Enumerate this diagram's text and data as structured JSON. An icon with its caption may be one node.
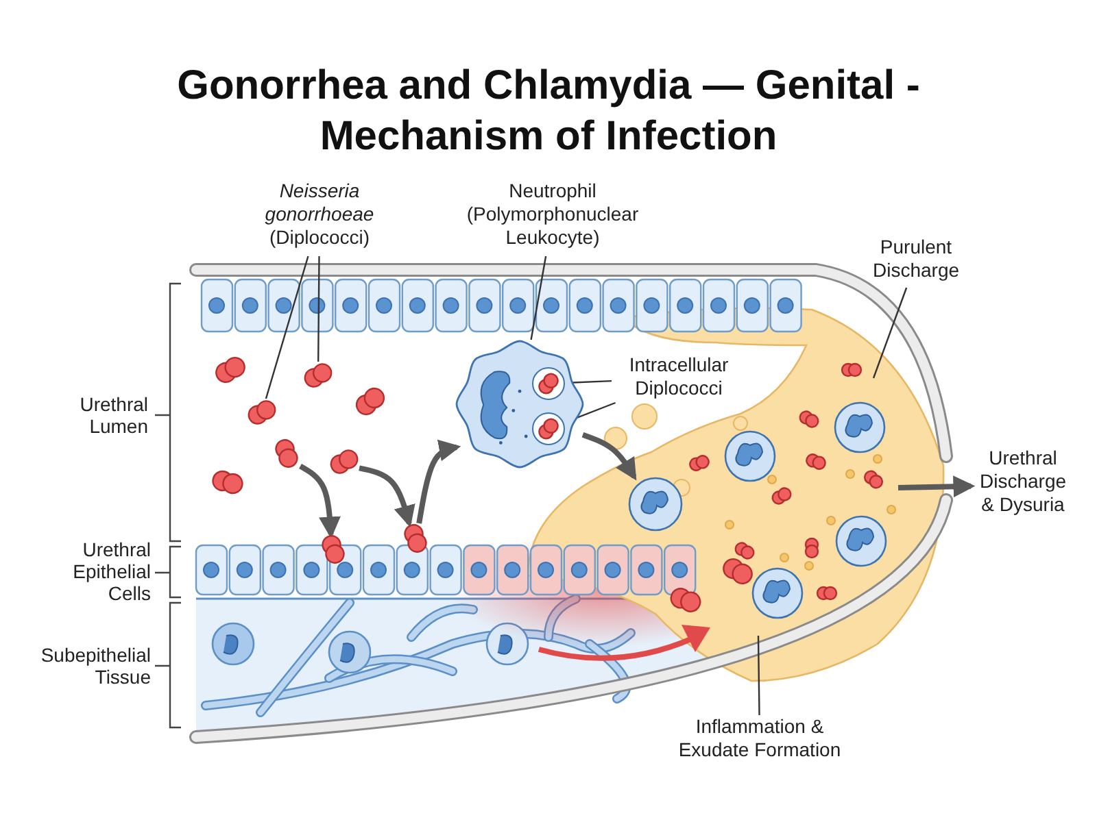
{
  "diagram": {
    "title": "Gonorrhea and Chlamydia — Genital - Mechanism of Infection",
    "nodes": [
      {
        "text": [
          "*Neisseria gonorrhoeae* (Diplococci)"
        ]
      },
      {
        "text": [
          "Neutrophil (Polymorphonuclear Leukocyte)"
        ]
      },
      {
        "text": [
          "Purulent Discharge"
        ]
      },
      {
        "text": [
          "Intracellular Diplococci"
        ]
      },
      {
        "text": [
          "Urethral Discharge & Dysuria"
        ]
      },
      {
        "text": [
          "Inflammation & Exudate Formation"
        ]
      },
      {
        "text": [],
        "shape": "circle"
      },
      {
        "text": [],
        "shape": "circle"
      },
      {
        "text": [],
        "shape": "circle"
      },
      {
        "text": [],
        "shape": "circle"
      },
      {
        "text": [],
        "shape": "circle"
      },
      {
        "text": [],
        "shape": "circle"
      },
      {
        "text": [],
        "shape": "picture"
      },
      {
        "text": [],
        "shape": "picture",
        "in": 12
      },
      {
        "text": [],
        "shape": "picture",
        "in": 12
      },
      {
        "text": [],
        "shape": "picture"
      }
    ],
    "edges": [
      {
        "from": 0,
        "to": 6,
        "arrow": "none"
      },
      {
        "from": 0,
        "to": 7,
        "arrow": "none"
      },
      {
        "from": 1,
        "to": 12,
        "arrow": "none"
      },
      {
        "from": 3,
        "to": 13,
        "arrow": "none"
      },
      {
        "from": 3,
        "to": 14,
        "arrow": "none"
      },
      {
        "from": 2,
        "to": null,
        "arrow": "none"
      },
      {
        "from": 8,
        "to": 10,
        "arrow": "to",
        "style": "thick",
        "color": "#5a5a5a"
      },
      {
        "from": 9,
        "to": 11,
        "arrow": "to",
        "style": "thick",
        "color": "#5a5a5a"
      },
      {
        "from": 11,
        "to": 12,
        "arrow": "to",
        "style": "thick",
        "color": "#5a5a5a"
      },
      {
        "from": 12,
        "to": 15,
        "arrow": "to",
        "style": "thick",
        "color": "#5a5a5a"
      },
      {
        "from": null,
        "to": 4,
        "arrow": "to",
        "style": "thick",
        "color": "#5a5a5a"
      },
      {
        "from": 5,
        "to": null,
        "arrow": "none"
      }
    ],
    "labels": [
      "Urethral Lumen",
      "Urethral Epithelial Cells",
      "Subepithelial Tissue"
    ]
  }
}
